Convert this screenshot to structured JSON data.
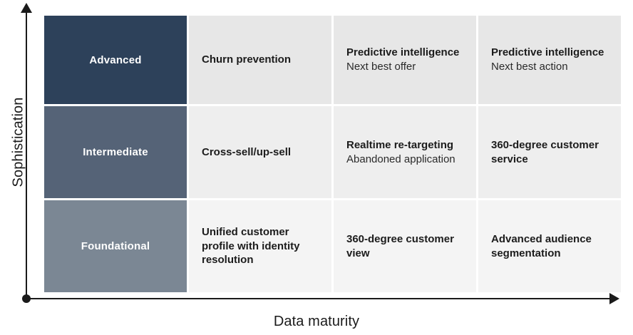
{
  "axes": {
    "y_label": "Sophistication",
    "x_label": "Data maturity",
    "y_arrow_icon": "arrow-up-icon",
    "x_arrow_icon": "arrow-right-icon",
    "origin_icon": "origin-dot-icon"
  },
  "colors": {
    "advanced": "#2d415a",
    "intermediate": "#556377",
    "foundational": "#7b8794",
    "row1_bg": "#e7e7e7",
    "row2_bg": "#eeeeee",
    "row3_bg": "#f4f4f4",
    "axis": "#1a1a1a",
    "label_text": "#ffffff",
    "body_text": "#1c1c1c"
  },
  "matrix": {
    "rows": [
      {
        "level": "Advanced",
        "cells": [
          {
            "title": "Churn prevention",
            "sub": ""
          },
          {
            "title": "Predictive intelligence",
            "sub": "Next best offer"
          },
          {
            "title": "Predictive intelligence",
            "sub": "Next best action"
          }
        ]
      },
      {
        "level": "Intermediate",
        "cells": [
          {
            "title": "Cross-sell/up-sell",
            "sub": ""
          },
          {
            "title": "Realtime re-targeting",
            "sub": "Abandoned application"
          },
          {
            "title": "360-degree customer service",
            "sub": ""
          }
        ]
      },
      {
        "level": "Foundational",
        "cells": [
          {
            "title": "Unified customer profile with identity resolution",
            "sub": ""
          },
          {
            "title": "360-degree customer view",
            "sub": ""
          },
          {
            "title": "Advanced audience segmentation",
            "sub": ""
          }
        ]
      }
    ]
  }
}
